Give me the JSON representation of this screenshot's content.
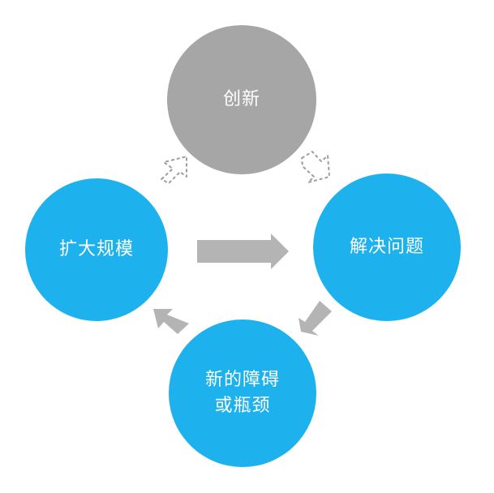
{
  "nodes": {
    "innovation": {
      "label": "创新"
    },
    "scale": {
      "label": "扩大规模"
    },
    "solve": {
      "label": "解决问题"
    },
    "obstacle": {
      "label": "新的障碍\n或瓶颈"
    }
  },
  "colors": {
    "primary_node": "#1db1ee",
    "muted_node": "#a6a6a6",
    "arrow": "#b4b4b4",
    "dashed_arrow": "#9e9e9e"
  },
  "arrows": [
    {
      "from": "scale",
      "to": "solve",
      "style": "solid"
    },
    {
      "from": "solve",
      "to": "obstacle",
      "style": "solid"
    },
    {
      "from": "obstacle",
      "to": "scale",
      "style": "solid"
    },
    {
      "from": "scale",
      "to": "innovation",
      "style": "dashed"
    },
    {
      "from": "innovation",
      "to": "solve",
      "style": "dashed"
    }
  ]
}
